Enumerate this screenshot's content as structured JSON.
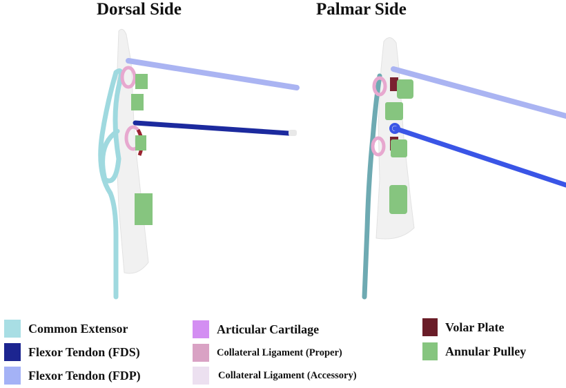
{
  "titles": {
    "dorsal": "Dorsal Side",
    "palmar": "Palmar Side"
  },
  "colors": {
    "bone": "#f2f2f2",
    "common_extensor": "#9fd9df",
    "fds": "#1a2a9c",
    "fdp": "#a8b4f4",
    "articular_cartilage": "#d690ee",
    "collateral_proper": "#e0a6c6",
    "collateral_accessory": "#ecdff0",
    "volar_plate": "#6e1e28",
    "annular_pulley": "#86c57f"
  },
  "legend": [
    {
      "label": "Common Extensor",
      "color": "#a8dee4"
    },
    {
      "label": "Flexor Tendon (FDS)",
      "color": "#1c2590"
    },
    {
      "label": "Flexor Tendon (FDP)",
      "color": "#a4b2f6"
    },
    {
      "label": "Articular Cartilage",
      "color": "#d38ef2"
    },
    {
      "label": "Collateral Ligament (Proper)",
      "color": "#d9a2c4"
    },
    {
      "label": "Collateral Ligament (Accessory)",
      "color": "#ece0f0"
    },
    {
      "label": "Volar Plate",
      "color": "#6a1d28"
    },
    {
      "label": "Annular Pulley",
      "color": "#86c57f"
    }
  ]
}
